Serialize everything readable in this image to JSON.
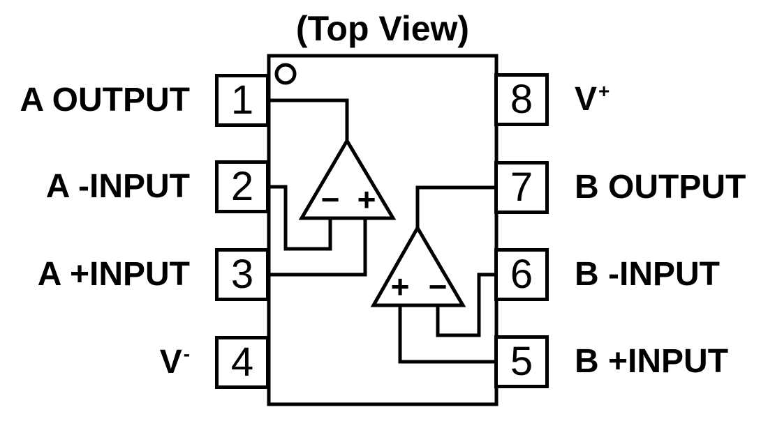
{
  "title": "(Top View)",
  "colors": {
    "line": "#000000",
    "background": "#ffffff"
  },
  "package": {
    "type": "8-pin dual op-amp (top view)",
    "pin1_marker": "circle"
  },
  "pins": [
    {
      "number": "1",
      "label": "A OUTPUT",
      "side": "left"
    },
    {
      "number": "2",
      "label": "A -INPUT",
      "side": "left"
    },
    {
      "number": "3",
      "label": "A +INPUT",
      "side": "left"
    },
    {
      "number": "4",
      "label": "V",
      "sup": "-",
      "side": "left"
    },
    {
      "number": "5",
      "label": "B +INPUT",
      "side": "right"
    },
    {
      "number": "6",
      "label": "B -INPUT",
      "side": "right"
    },
    {
      "number": "7",
      "label": "B OUTPUT",
      "side": "right"
    },
    {
      "number": "8",
      "label": "V",
      "sup": "+",
      "side": "right"
    }
  ],
  "opamps": [
    {
      "name": "A",
      "left_sign": "−",
      "right_sign": "+"
    },
    {
      "name": "B",
      "left_sign": "+",
      "right_sign": "−"
    }
  ]
}
